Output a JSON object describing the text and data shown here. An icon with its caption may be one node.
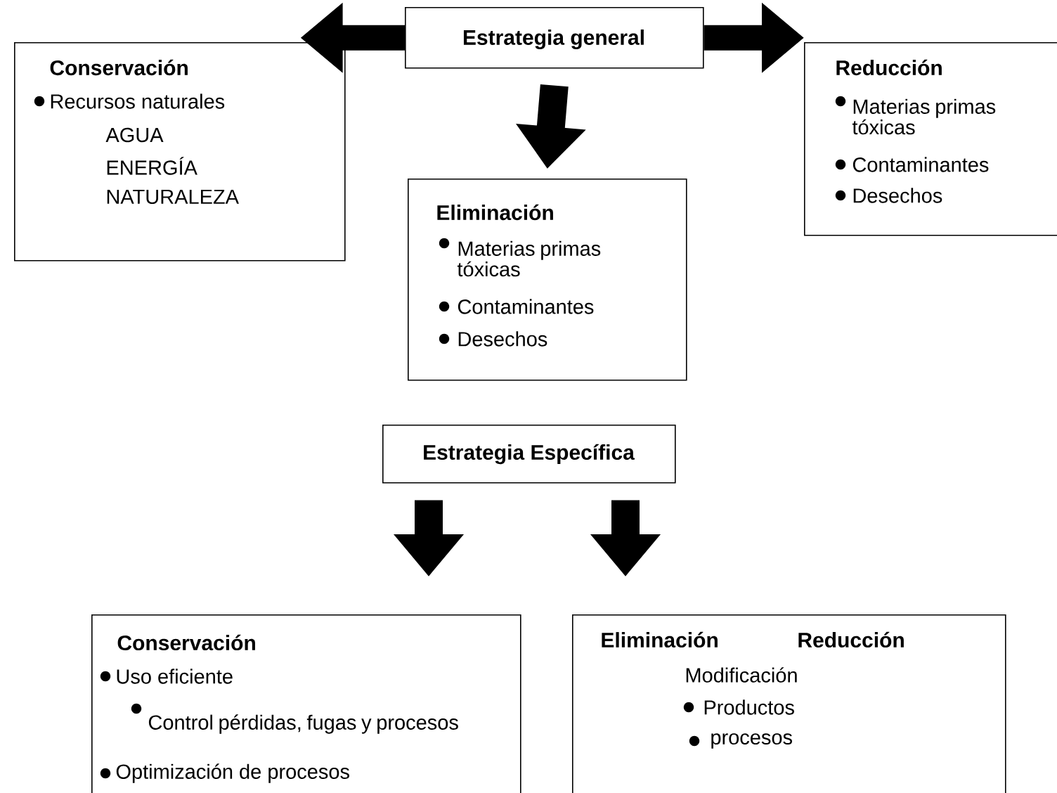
{
  "diagram": {
    "nodes": [
      {
        "text": [
          "Estrategia general"
        ]
      },
      {
        "text": [
          "Conservación",
          "Recursos naturales",
          "AGUA",
          "ENERGÍA",
          "NATURALEZA"
        ]
      },
      {
        "text": [
          "Reducción",
          "Materias primas tóxicas",
          "Contaminantes",
          "Desechos"
        ]
      },
      {
        "text": [
          "Eliminación",
          "Materias primas tóxicas",
          "Contaminantes",
          "Desechos"
        ]
      },
      {
        "text": [
          "Estrategia Específica"
        ]
      },
      {
        "text": [
          "Conservación",
          "Uso eficiente",
          "Control pérdidas, fugas y procesos",
          "Optimización de procesos"
        ]
      },
      {
        "text": [
          "Eliminación",
          "Reducción",
          "Modificación",
          "Productos",
          "procesos"
        ]
      }
    ],
    "edges": [
      {
        "from": 0,
        "to": 1,
        "arrow": "to"
      },
      {
        "from": 0,
        "to": 2,
        "arrow": "to"
      },
      {
        "from": 0,
        "to": 3,
        "arrow": "to"
      },
      {
        "from": 4,
        "to": 5,
        "arrow": "to"
      },
      {
        "from": 4,
        "to": 6,
        "arrow": "to"
      }
    ]
  }
}
